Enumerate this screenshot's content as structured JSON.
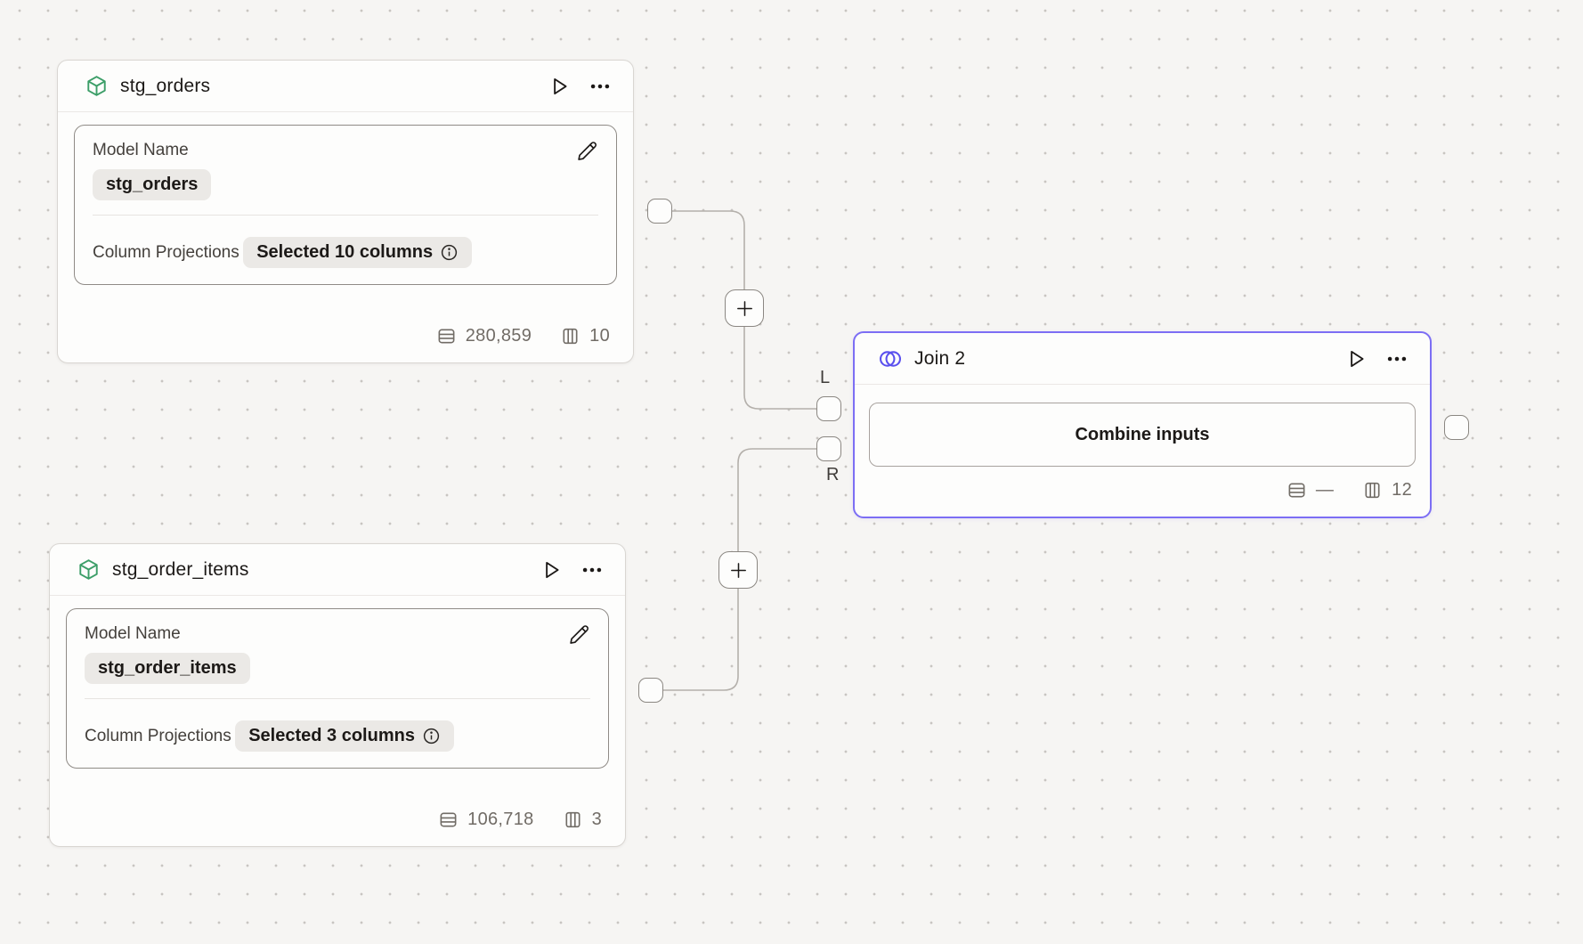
{
  "canvas": {
    "plus_label": "+"
  },
  "edges": {
    "left_port_label": "L",
    "right_port_label": "R"
  },
  "nodes": {
    "stg_orders": {
      "title": "stg_orders",
      "model_name_label": "Model Name",
      "model_name_value": "stg_orders",
      "projections_label": "Column Projections",
      "projections_value": "Selected 10 columns",
      "row_count": "280,859",
      "column_count": "10"
    },
    "stg_order_items": {
      "title": "stg_order_items",
      "model_name_label": "Model Name",
      "model_name_value": "stg_order_items",
      "projections_label": "Column Projections",
      "projections_value": "Selected 3 columns",
      "row_count": "106,718",
      "column_count": "3"
    },
    "join": {
      "title": "Join 2",
      "combine_button_label": "Combine inputs",
      "row_count": "—",
      "column_count": "12"
    }
  },
  "colors": {
    "canvas_bg": "#F6F5F3",
    "join_accent": "#7C6EF4",
    "join_icon": "#5A50EE",
    "model_icon_green": "#3C9E68",
    "wire": "#B4B0AB",
    "stat_text": "#716C66"
  }
}
